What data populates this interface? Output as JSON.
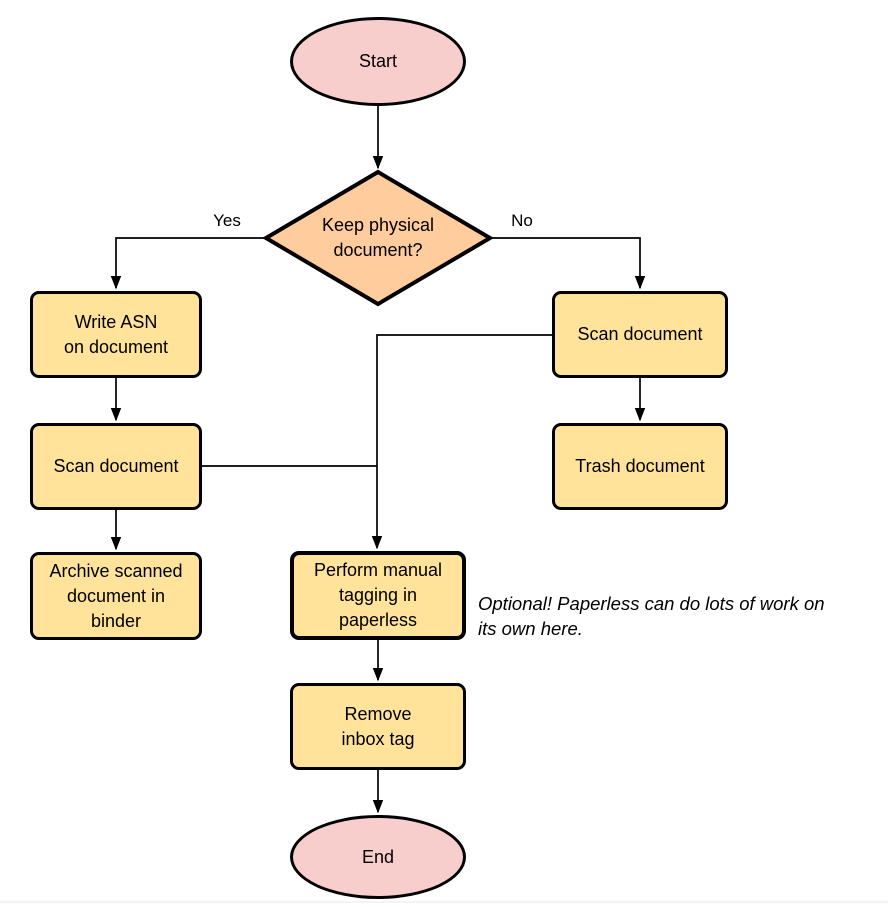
{
  "diagram": {
    "nodes": {
      "start": {
        "label": "Start"
      },
      "decision": {
        "label": "Keep physical\ndocument?"
      },
      "write_asn": {
        "label": "Write ASN\non document"
      },
      "scan_left": {
        "label": "Scan document"
      },
      "archive": {
        "label": "Archive scanned\ndocument in\nbinder"
      },
      "scan_right": {
        "label": "Scan document"
      },
      "trash": {
        "label": "Trash document"
      },
      "tagging": {
        "label": "Perform manual\ntagging in\npaperless"
      },
      "remove_inbox": {
        "label": "Remove\ninbox tag"
      },
      "end": {
        "label": "End"
      }
    },
    "edge_labels": {
      "yes": "Yes",
      "no": "No"
    },
    "annotation": "Optional! Paperless can do lots of work on\nits own here.",
    "colors": {
      "terminal_fill": "#F8CECC",
      "decision_fill": "#FFCC9E",
      "process_fill": "#FFE39B",
      "stroke": "#000000"
    }
  }
}
